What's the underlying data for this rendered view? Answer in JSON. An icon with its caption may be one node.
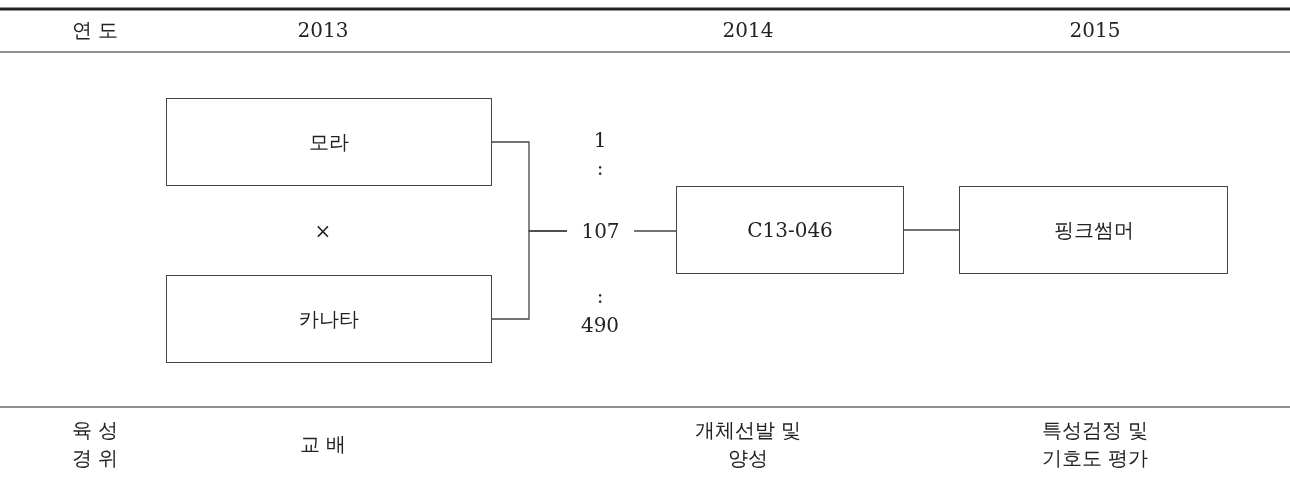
{
  "diagram": {
    "nodes": [
      {
        "text": [
          "모라"
        ]
      },
      {
        "text": [
          "카나타"
        ]
      },
      {
        "text": [
          "107"
        ],
        "beside": [
          "1",
          ":",
          ":",
          "490"
        ]
      },
      {
        "text": [
          "C13-046"
        ]
      },
      {
        "text": [
          "핑크썸머"
        ]
      }
    ],
    "edges": [
      {
        "from": 0,
        "to": 2,
        "arrow": "none"
      },
      {
        "from": 1,
        "to": 2,
        "arrow": "none"
      },
      {
        "from": 2,
        "to": 3,
        "arrow": "none"
      },
      {
        "from": 3,
        "to": 4,
        "arrow": "none"
      }
    ],
    "labels": [
      "연 도",
      "2013",
      "2014",
      "2015",
      "×",
      "육 성 경 위",
      "교 배",
      "개체선발 및 양성",
      "특성검정 및 기호도 평가"
    ]
  }
}
